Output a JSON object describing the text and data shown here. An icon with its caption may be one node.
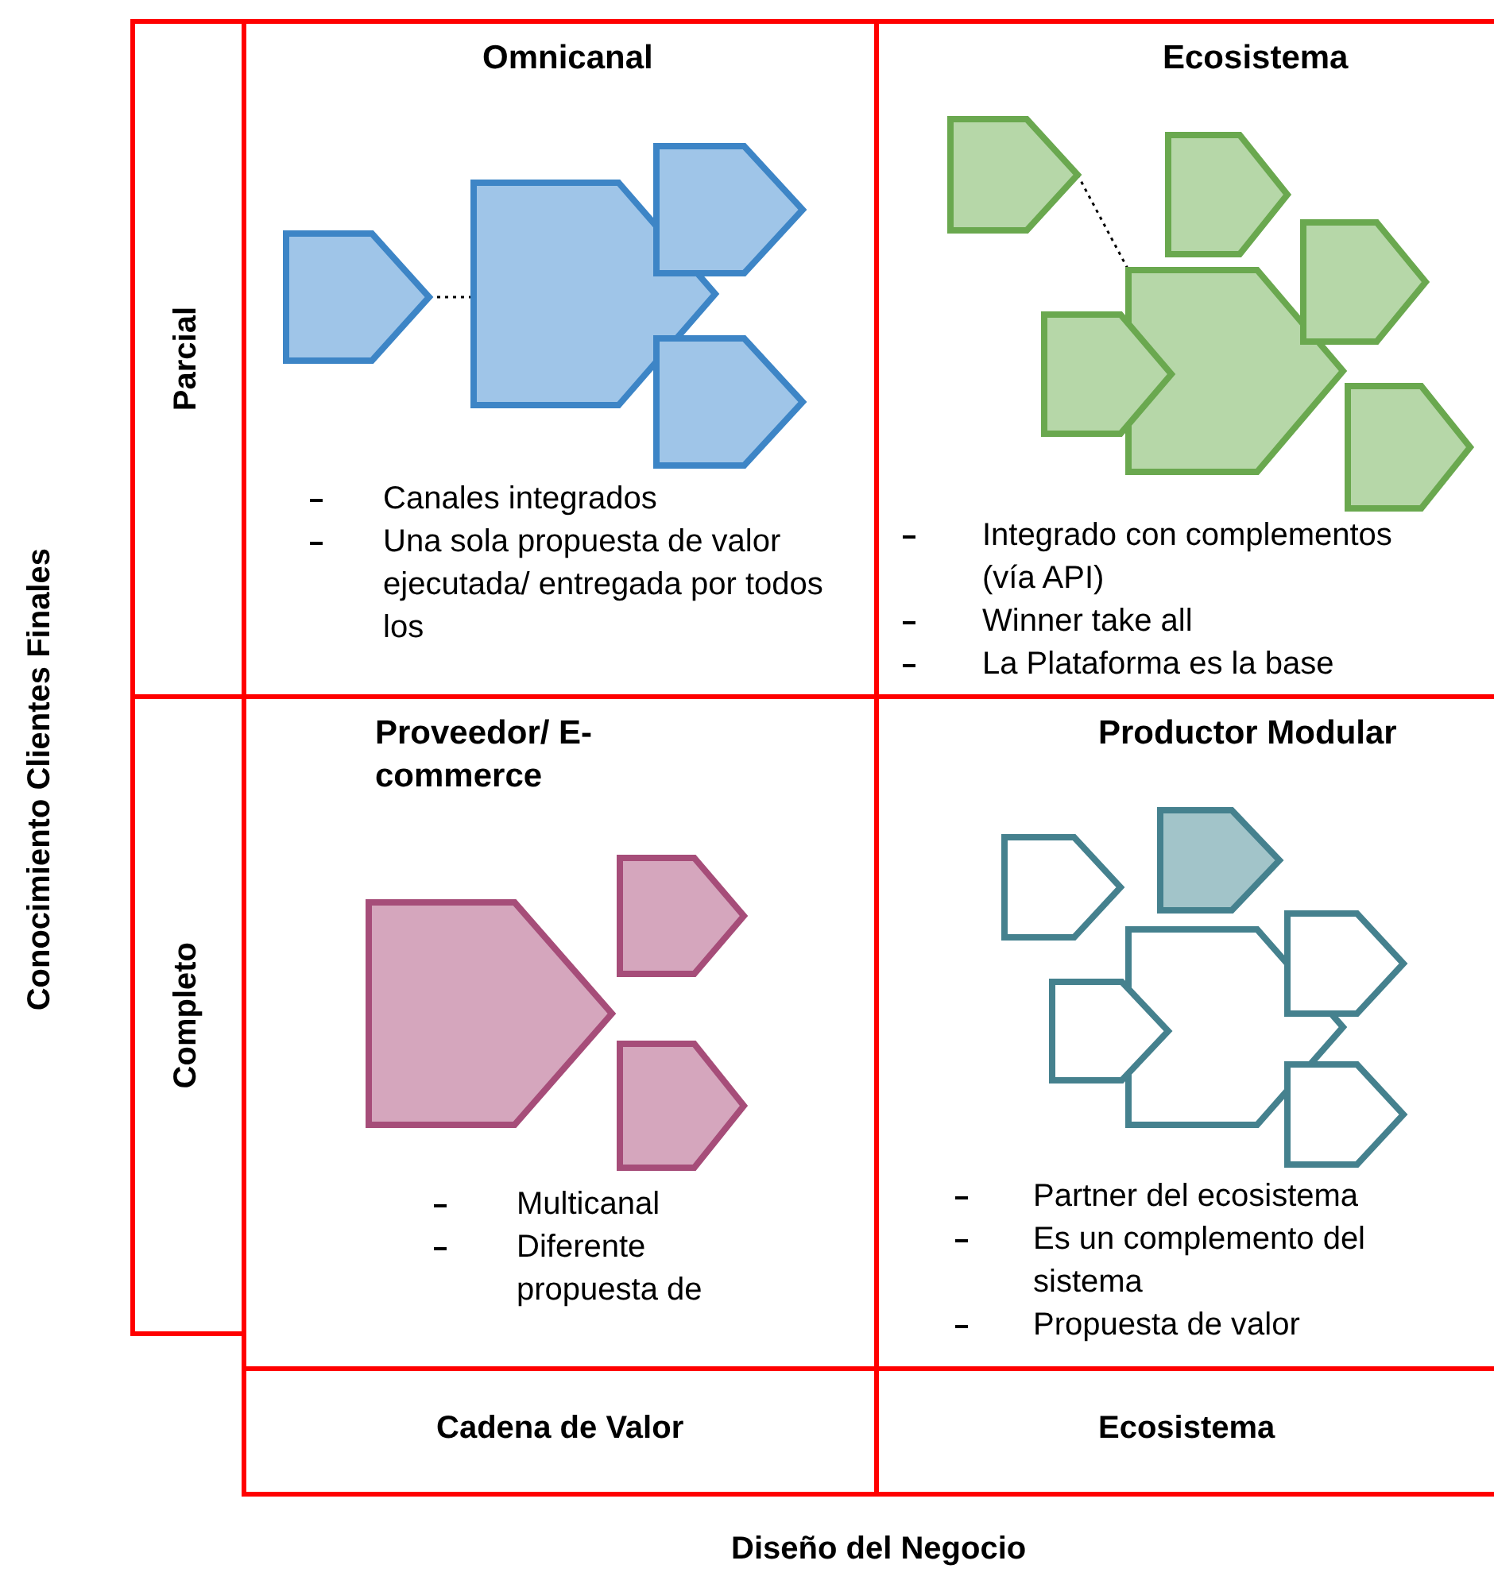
{
  "diagram": {
    "nodes": [
      {
        "text": [
          "Parcial"
        ]
      },
      {
        "text": [
          "Omnicanal",
          "Canales integrados",
          "Una sola propuesta de valor ejecutada/ entregada por todos los"
        ]
      },
      {
        "text": [
          "Ecosistema",
          "Integrado con complementos (vía API)",
          "Winner take all",
          "La Plataforma es la base"
        ]
      },
      {
        "text": [
          "Completo"
        ]
      },
      {
        "text": [
          "Proveedor/ E-commerce",
          "Multicanal",
          "Diferente propuesta de"
        ]
      },
      {
        "text": [
          "Productor Modular",
          "Partner del ecosistema",
          "Es un complemento del sistema",
          "Propuesta de valor"
        ]
      },
      {
        "text": [
          "Cadena de Valor"
        ]
      },
      {
        "text": [
          "Ecosistema"
        ]
      }
    ],
    "edges": [],
    "labels": [
      "Conocimiento Clientes Finales",
      "Diseño del Negocio"
    ]
  }
}
